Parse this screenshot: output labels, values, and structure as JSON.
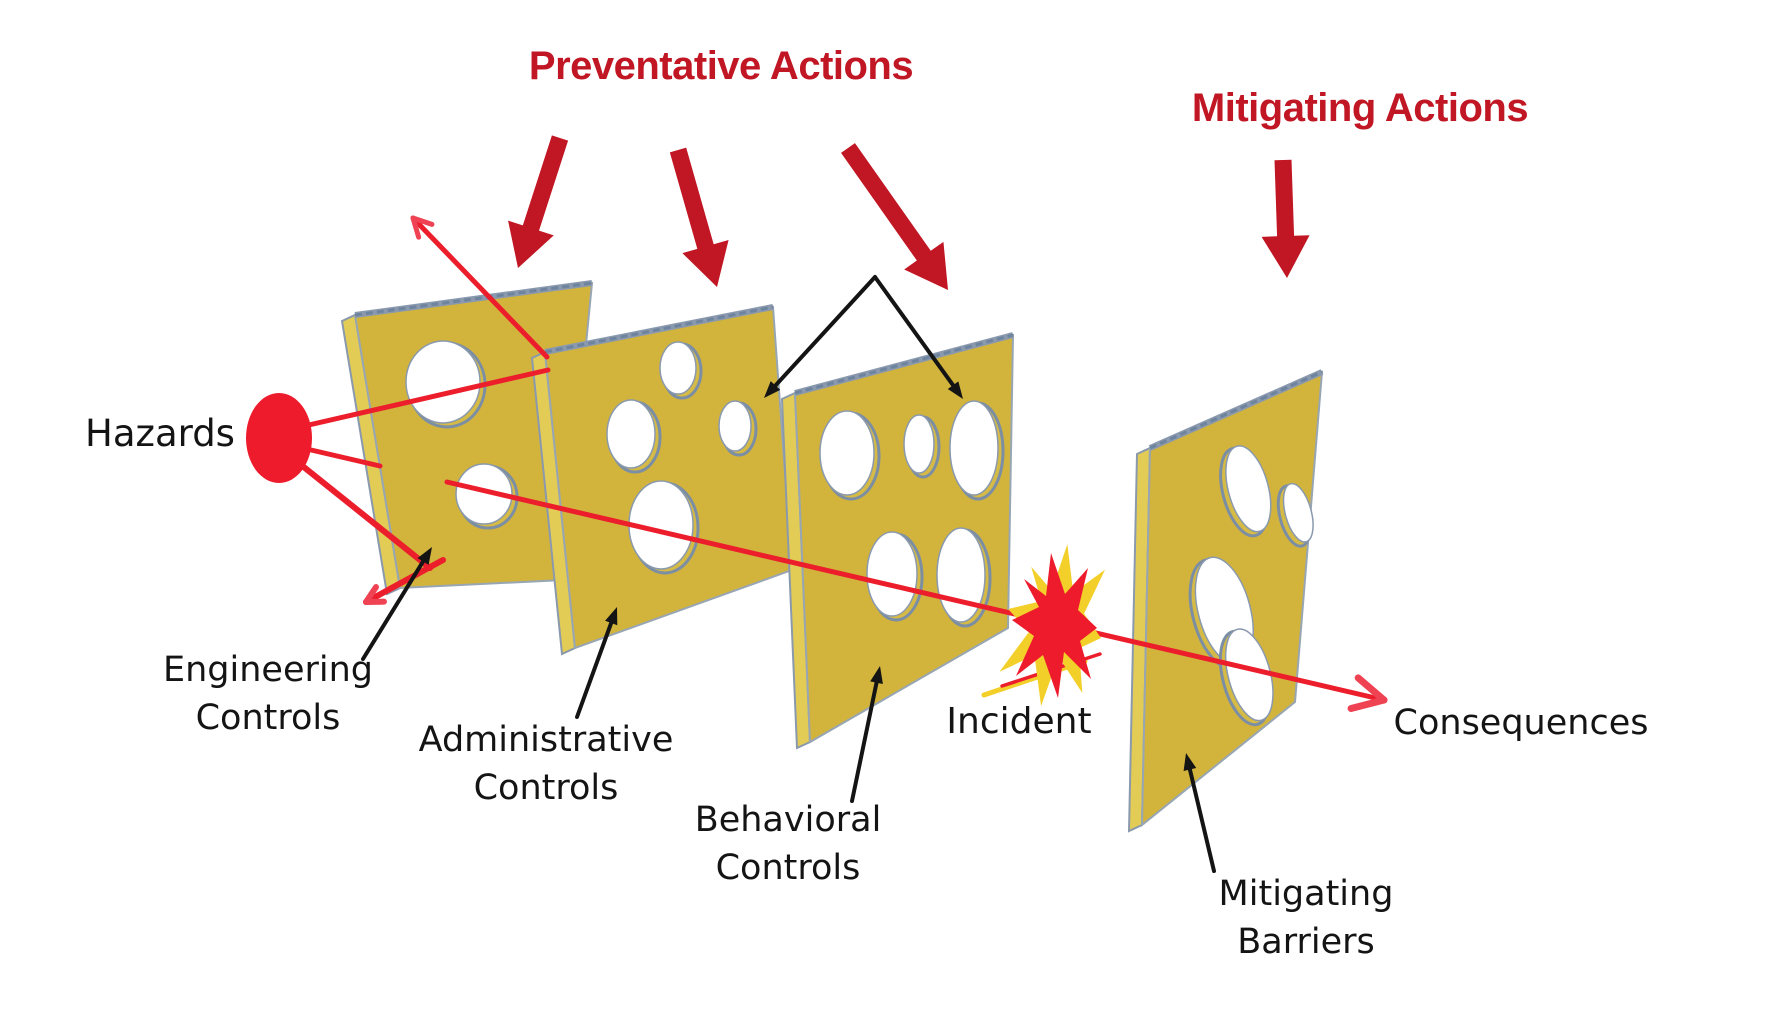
{
  "diagram": {
    "titles": {
      "preventative": "Preventative Actions",
      "mitigating": "Mitigating Actions"
    },
    "labels": {
      "hazards": "Hazards",
      "engineering": [
        "Engineering",
        "Controls"
      ],
      "administrative": [
        "Administrative",
        "Controls"
      ],
      "behavioral": [
        "Behavioral",
        "Controls"
      ],
      "mitigating_barriers": [
        "Mitigating",
        "Barriers"
      ],
      "incident": "Incident",
      "consequences": "Consequences"
    },
    "icons": {
      "hazard": "red-ellipse-icon",
      "incident": "starburst-icon",
      "barrier": "cheese-slice-with-holes-icon",
      "preventative_pointer": "thick-red-down-arrow-icon",
      "trajectory": "thin-red-arrow-icon",
      "annotation_pointer": "thin-black-arrow-icon"
    },
    "colors": {
      "title_red": "#c11623",
      "block_arrow_red": "#c11623",
      "ray_red": "#ec1e2c",
      "ray_head_red": "#ef4353",
      "hazard_red": "#ee1b2c",
      "starburst_red": "#ee1b2c",
      "starburst_yellow": "#f3cf2a",
      "cheese_face": "#d2b43c",
      "cheese_side": "#e3cc55",
      "cheese_edge": "#8a99ad",
      "hole_rim": "#7c8ea4",
      "hole_back_yellow": "#d5bb45",
      "text_black": "#141414",
      "background": "#ffffff"
    }
  }
}
